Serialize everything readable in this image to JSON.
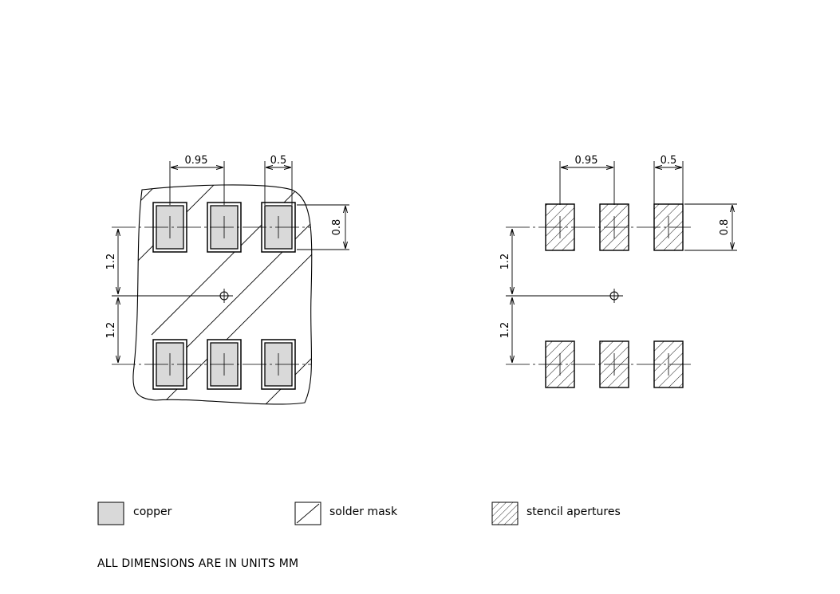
{
  "dimensions": {
    "pitch_x": "0.95",
    "pad_width": "0.5",
    "pad_height": "0.8",
    "pitch_y_top": "1.2",
    "pitch_y_bottom": "1.2"
  },
  "legend": {
    "copper": "copper",
    "solder_mask": "solder mask",
    "stencil": "stencil apertures"
  },
  "note": "ALL DIMENSIONS ARE IN UNITS MM",
  "colors": {
    "copper_fill": "#d9d9d9",
    "line": "#000000",
    "background": "#ffffff"
  }
}
